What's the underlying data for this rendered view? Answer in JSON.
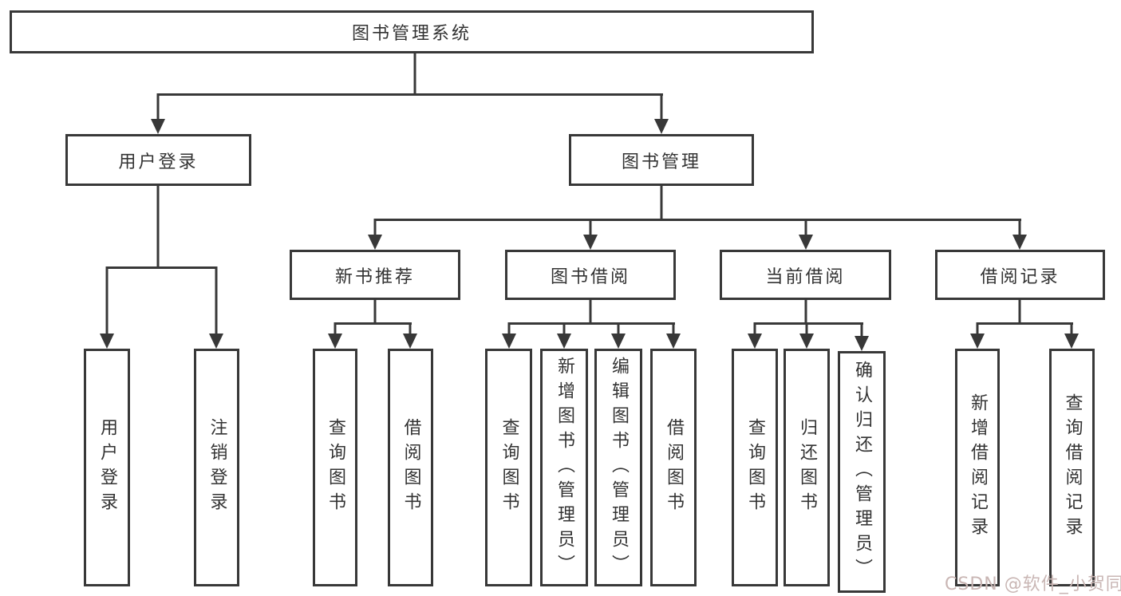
{
  "tree": {
    "root": "图书管理系统",
    "branches": {
      "user_login": "用户登录",
      "book_management": "图书管理"
    },
    "sections": {
      "new_books": "新书推荐",
      "book_borrow": "图书借阅",
      "current_borrow": "当前借阅",
      "borrow_records": "借阅记录"
    },
    "leaves": {
      "user_login": [
        "用户登录",
        "注销登录"
      ],
      "new_books": [
        "查询图书",
        "借阅图书"
      ],
      "book_borrow": [
        "查询图书",
        "新增图书（管理员）",
        "编辑图书（管理员）",
        "借阅图书"
      ],
      "current_borrow": [
        "查询图书",
        "归还图书",
        "确认归还（管理员）"
      ],
      "borrow_records": [
        "新增借阅记录",
        "查询借阅记录"
      ]
    }
  },
  "watermark": "CSDN @软件_小贺同学",
  "colors": {
    "line": "#383838",
    "text": "#333333",
    "background": "#ffffff",
    "watermark": "#c9b6b4"
  }
}
